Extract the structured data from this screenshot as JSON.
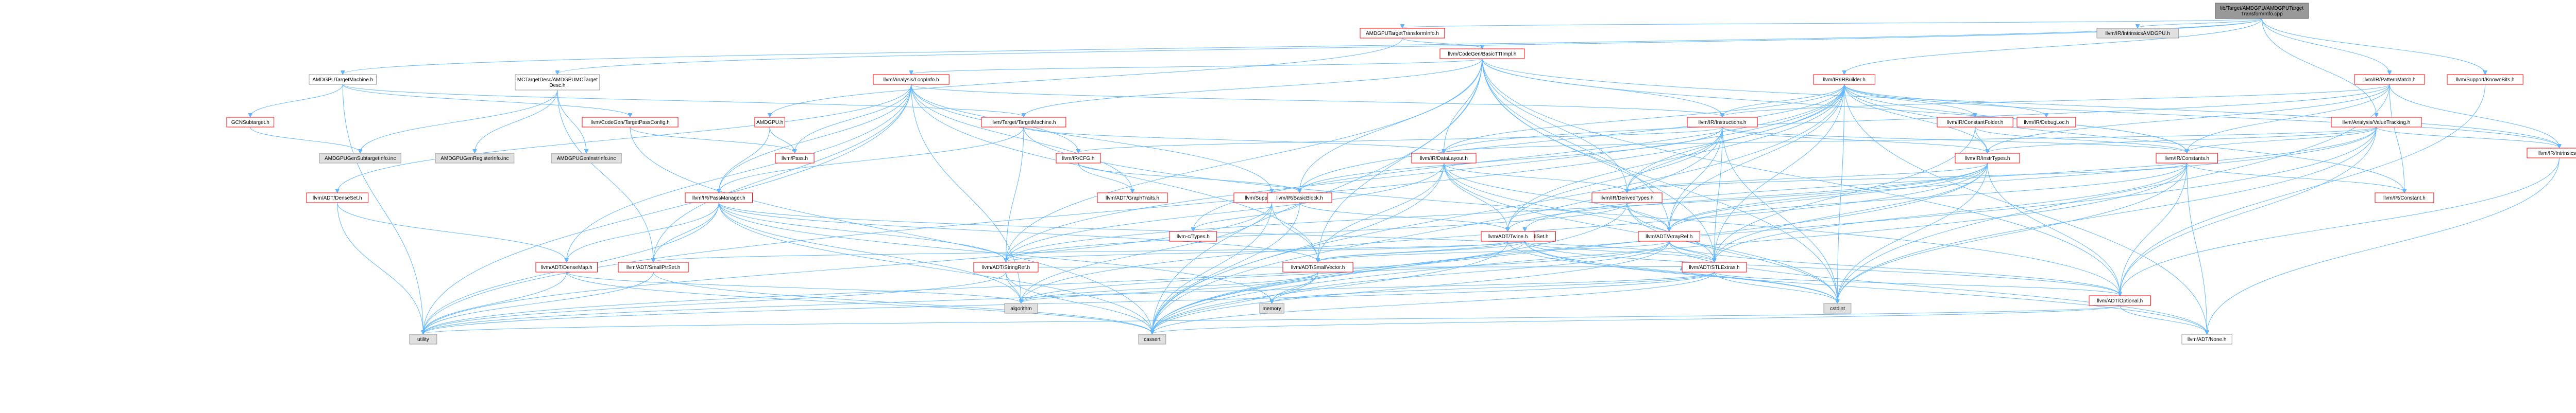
{
  "graph": {
    "colors": {
      "root_fill": "#999999",
      "link_border": "#ff0000",
      "plain_border": "#999999",
      "node_fill": "#ffffff",
      "ext_fill": "#e0e0e0",
      "edge": "#63b8ff"
    },
    "nodes": [
      {
        "id": "root",
        "label": "lib/Target/AMDGPU/AMDGPUTarget\nTransformInfo.cpp",
        "kind": "root"
      },
      {
        "id": "tti_h",
        "label": "AMDGPUTargetTransformInfo.h",
        "kind": "link"
      },
      {
        "id": "intrinsics_amdgpu",
        "label": "llvm/IR/IntrinsicsAMDGPU.h",
        "kind": "ext"
      },
      {
        "id": "tm_h",
        "label": "AMDGPUTargetMachine.h",
        "kind": "plain"
      },
      {
        "id": "mc_desc",
        "label": "MCTargetDesc/AMDGPUMCTarget\nDesc.h",
        "kind": "plain"
      },
      {
        "id": "known_bits",
        "label": "llvm/Support/KnownBits.h",
        "kind": "link"
      },
      {
        "id": "codegen_tti",
        "label": "llvm/CodeGen/BasicTTIImpl.h",
        "kind": "link"
      },
      {
        "id": "loopinfo",
        "label": "llvm/Analysis/LoopInfo.h",
        "kind": "link"
      },
      {
        "id": "irbuilder",
        "label": "llvm/IR/IRBuilder.h",
        "kind": "link"
      },
      {
        "id": "patternmatch",
        "label": "llvm/IR/PatternMatch.h",
        "kind": "link"
      },
      {
        "id": "valuetracking",
        "label": "llvm/Analysis/ValueTracking.h",
        "kind": "link"
      },
      {
        "id": "gcn_subtarget",
        "label": "GCNSubtarget.h",
        "kind": "link"
      },
      {
        "id": "amdgpu_h",
        "label": "AMDGPU.h",
        "kind": "link"
      },
      {
        "id": "passconfig",
        "label": "llvm/CodeGen/TargetPassConfig.h",
        "kind": "link"
      },
      {
        "id": "target_machine",
        "label": "llvm/Target/TargetMachine.h",
        "kind": "link"
      },
      {
        "id": "instructions",
        "label": "llvm/IR/Instructions.h",
        "kind": "link"
      },
      {
        "id": "constantfolder",
        "label": "llvm/IR/ConstantFolder.h",
        "kind": "link"
      },
      {
        "id": "debugloc",
        "label": "llvm/IR/DebugLoc.h",
        "kind": "link"
      },
      {
        "id": "intrinsics",
        "label": "llvm/IR/Intrinsics.h",
        "kind": "link"
      },
      {
        "id": "gen_subtarget",
        "label": "AMDGPUGenSubtargetInfo.inc",
        "kind": "ext"
      },
      {
        "id": "gen_register",
        "label": "AMDGPUGenRegisterInfo.inc",
        "kind": "ext"
      },
      {
        "id": "gen_instr",
        "label": "AMDGPUGenInstrInfo.inc",
        "kind": "ext"
      },
      {
        "id": "pass_h",
        "label": "llvm/Pass.h",
        "kind": "link"
      },
      {
        "id": "cfg",
        "label": "llvm/IR/CFG.h",
        "kind": "link"
      },
      {
        "id": "datalayout",
        "label": "llvm/IR/DataLayout.h",
        "kind": "link"
      },
      {
        "id": "inst_types",
        "label": "llvm/IR/InstrTypes.h",
        "kind": "link"
      },
      {
        "id": "constants",
        "label": "llvm/IR/Constants.h",
        "kind": "link"
      },
      {
        "id": "densemap_set",
        "label": "llvm/ADT/DenseSet.h",
        "kind": "link"
      },
      {
        "id": "pass_manager",
        "label": "llvm/IR/PassManager.h",
        "kind": "link"
      },
      {
        "id": "allocator",
        "label": "llvm/Support/Allocator.h",
        "kind": "link"
      },
      {
        "id": "graph_traits",
        "label": "llvm/ADT/GraphTraits.h",
        "kind": "link"
      },
      {
        "id": "basic_block",
        "label": "llvm/IR/BasicBlock.h",
        "kind": "link"
      },
      {
        "id": "derived_types",
        "label": "llvm/IR/DerivedTypes.h",
        "kind": "link"
      },
      {
        "id": "small_set",
        "label": "llvm/ADT/SmallSet.h",
        "kind": "link"
      },
      {
        "id": "constant_h",
        "label": "llvm/IR/Constant.h",
        "kind": "link"
      },
      {
        "id": "c_types",
        "label": "llvm-c/Types.h",
        "kind": "link"
      },
      {
        "id": "twine",
        "label": "llvm/ADT/Twine.h",
        "kind": "link"
      },
      {
        "id": "array_ref",
        "label": "llvm/ADT/ArrayRef.h",
        "kind": "link"
      },
      {
        "id": "densemap",
        "label": "llvm/ADT/DenseMap.h",
        "kind": "link"
      },
      {
        "id": "small_ptr_set",
        "label": "llvm/ADT/SmallPtrSet.h",
        "kind": "link"
      },
      {
        "id": "string_ref",
        "label": "llvm/ADT/StringRef.h",
        "kind": "link"
      },
      {
        "id": "small_vector",
        "label": "llvm/ADT/SmallVector.h",
        "kind": "link"
      },
      {
        "id": "stl_extras",
        "label": "llvm/ADT/STLExtras.h",
        "kind": "link"
      },
      {
        "id": "optional",
        "label": "llvm/ADT/Optional.h",
        "kind": "link"
      },
      {
        "id": "none",
        "label": "llvm/ADT/None.h",
        "kind": "plain"
      },
      {
        "id": "algorithm",
        "label": "algorithm",
        "kind": "ext"
      },
      {
        "id": "memory",
        "label": "memory",
        "kind": "ext"
      },
      {
        "id": "cstdint",
        "label": "cstdint",
        "kind": "ext"
      },
      {
        "id": "utility",
        "label": "utility",
        "kind": "ext"
      },
      {
        "id": "cassert",
        "label": "cassert",
        "kind": "ext"
      }
    ],
    "edges": [
      [
        "root",
        "tti_h"
      ],
      [
        "root",
        "intrinsics_amdgpu"
      ],
      [
        "root",
        "tm_h"
      ],
      [
        "root",
        "mc_desc"
      ],
      [
        "root",
        "known_bits"
      ],
      [
        "root",
        "irbuilder"
      ],
      [
        "root",
        "patternmatch"
      ],
      [
        "root",
        "valuetracking"
      ],
      [
        "tti_h",
        "codegen_tti"
      ],
      [
        "tti_h",
        "amdgpu_h"
      ],
      [
        "tm_h",
        "gcn_subtarget"
      ],
      [
        "tm_h",
        "passconfig"
      ],
      [
        "tm_h",
        "target_machine"
      ],
      [
        "tm_h",
        "utility"
      ],
      [
        "mc_desc",
        "gen_subtarget"
      ],
      [
        "mc_desc",
        "gen_register"
      ],
      [
        "mc_desc",
        "gen_instr"
      ],
      [
        "mc_desc",
        "small_ptr_set"
      ],
      [
        "known_bits",
        "optional"
      ],
      [
        "codegen_tti",
        "loopinfo"
      ],
      [
        "codegen_tti",
        "instructions"
      ],
      [
        "codegen_tti",
        "constants"
      ],
      [
        "codegen_tti",
        "datalayout"
      ],
      [
        "codegen_tti",
        "basic_block"
      ],
      [
        "codegen_tti",
        "target_machine"
      ],
      [
        "codegen_tti",
        "small_vector"
      ],
      [
        "codegen_tti",
        "string_ref"
      ],
      [
        "codegen_tti",
        "cassert"
      ],
      [
        "codegen_tti",
        "cstdint"
      ],
      [
        "codegen_tti",
        "optional"
      ],
      [
        "codegen_tti",
        "array_ref"
      ],
      [
        "codegen_tti",
        "derived_types"
      ],
      [
        "codegen_tti",
        "stl_extras"
      ],
      [
        "codegen_tti",
        "intrinsics"
      ],
      [
        "loopinfo",
        "densemap"
      ],
      [
        "loopinfo",
        "densemap_set"
      ],
      [
        "loopinfo",
        "pass_manager"
      ],
      [
        "loopinfo",
        "allocator"
      ],
      [
        "loopinfo",
        "cfg"
      ],
      [
        "loopinfo",
        "instructions"
      ],
      [
        "loopinfo",
        "pass_h"
      ],
      [
        "loopinfo",
        "graph_traits"
      ],
      [
        "loopinfo",
        "small_ptr_set"
      ],
      [
        "loopinfo",
        "small_vector"
      ],
      [
        "loopinfo",
        "algorithm"
      ],
      [
        "loopinfo",
        "utility"
      ],
      [
        "irbuilder",
        "instructions"
      ],
      [
        "irbuilder",
        "constantfolder"
      ],
      [
        "irbuilder",
        "debugloc"
      ],
      [
        "irbuilder",
        "intrinsics"
      ],
      [
        "irbuilder",
        "datalayout"
      ],
      [
        "irbuilder",
        "inst_types"
      ],
      [
        "irbuilder",
        "constants"
      ],
      [
        "irbuilder",
        "basic_block"
      ],
      [
        "irbuilder",
        "derived_types"
      ],
      [
        "irbuilder",
        "array_ref"
      ],
      [
        "irbuilder",
        "string_ref"
      ],
      [
        "irbuilder",
        "twine"
      ],
      [
        "irbuilder",
        "c_types"
      ],
      [
        "irbuilder",
        "cassert"
      ],
      [
        "irbuilder",
        "cstdint"
      ],
      [
        "irbuilder",
        "none"
      ],
      [
        "irbuilder",
        "constant_h"
      ],
      [
        "irbuilder",
        "stl_extras"
      ],
      [
        "irbuilder",
        "utility"
      ],
      [
        "patternmatch",
        "instructions"
      ],
      [
        "patternmatch",
        "constants"
      ],
      [
        "patternmatch",
        "inst_types"
      ],
      [
        "patternmatch",
        "intrinsics"
      ],
      [
        "patternmatch",
        "datalayout"
      ],
      [
        "patternmatch",
        "cstdint"
      ],
      [
        "patternmatch",
        "constant_h"
      ],
      [
        "valuetracking",
        "array_ref"
      ],
      [
        "valuetracking",
        "small_set"
      ],
      [
        "valuetracking",
        "constants"
      ],
      [
        "valuetracking",
        "datalayout"
      ],
      [
        "valuetracking",
        "inst_types"
      ],
      [
        "valuetracking",
        "intrinsics"
      ],
      [
        "valuetracking",
        "cassert"
      ],
      [
        "valuetracking",
        "cstdint"
      ],
      [
        "valuetracking",
        "optional"
      ],
      [
        "gcn_subtarget",
        "gen_subtarget"
      ],
      [
        "amdgpu_h",
        "pass_h"
      ],
      [
        "amdgpu_h",
        "pass_manager"
      ],
      [
        "passconfig",
        "pass_h"
      ],
      [
        "passconfig",
        "cassert"
      ],
      [
        "target_machine",
        "pass_manager"
      ],
      [
        "target_machine",
        "datalayout"
      ],
      [
        "target_machine",
        "string_ref"
      ],
      [
        "target_machine",
        "optional"
      ],
      [
        "instructions",
        "inst_types"
      ],
      [
        "instructions",
        "constants"
      ],
      [
        "instructions",
        "derived_types"
      ],
      [
        "instructions",
        "array_ref"
      ],
      [
        "instructions",
        "twine"
      ],
      [
        "instructions",
        "cfg"
      ],
      [
        "instructions",
        "basic_block"
      ],
      [
        "instructions",
        "stl_extras"
      ],
      [
        "instructions",
        "cassert"
      ],
      [
        "instructions",
        "cstdint"
      ],
      [
        "instructions",
        "iterator_ph"
      ],
      [
        "constantfolder",
        "constants"
      ],
      [
        "constantfolder",
        "inst_types"
      ],
      [
        "constantfolder",
        "stl_extras"
      ],
      [
        "intrinsics",
        "none"
      ],
      [
        "intrinsics",
        "optional"
      ],
      [
        "inst_types",
        "derived_types"
      ],
      [
        "inst_types",
        "twine"
      ],
      [
        "inst_types",
        "array_ref"
      ],
      [
        "inst_types",
        "stl_extras"
      ],
      [
        "inst_types",
        "string_ref"
      ],
      [
        "inst_types",
        "optional"
      ],
      [
        "inst_types",
        "cassert"
      ],
      [
        "inst_types",
        "cstdint"
      ],
      [
        "inst_types",
        "algorithm"
      ],
      [
        "constants",
        "constant_h"
      ],
      [
        "constants",
        "derived_types"
      ],
      [
        "constants",
        "array_ref"
      ],
      [
        "constants",
        "stl_extras"
      ],
      [
        "constants",
        "none"
      ],
      [
        "constants",
        "optional"
      ],
      [
        "constants",
        "cassert"
      ],
      [
        "constants",
        "cstdint"
      ],
      [
        "datalayout",
        "derived_types"
      ],
      [
        "datalayout",
        "small_vector"
      ],
      [
        "datalayout",
        "string_ref"
      ],
      [
        "datalayout",
        "array_ref"
      ],
      [
        "datalayout",
        "stl_extras"
      ],
      [
        "datalayout",
        "cassert"
      ],
      [
        "datalayout",
        "cstdint"
      ],
      [
        "datalayout",
        "twine"
      ],
      [
        "densemap_set",
        "densemap"
      ],
      [
        "densemap_set",
        "utility"
      ],
      [
        "pass_manager",
        "small_ptr_set"
      ],
      [
        "pass_manager",
        "string_ref"
      ],
      [
        "pass_manager",
        "stl_extras"
      ],
      [
        "pass_manager",
        "small_vector"
      ],
      [
        "pass_manager",
        "densemap"
      ],
      [
        "pass_manager",
        "cassert"
      ],
      [
        "pass_manager",
        "memory"
      ],
      [
        "pass_manager",
        "algorithm"
      ],
      [
        "pass_manager",
        "utility"
      ],
      [
        "allocator",
        "small_vector"
      ],
      [
        "allocator",
        "cassert"
      ],
      [
        "allocator",
        "algorithm"
      ],
      [
        "allocator",
        "utility"
      ],
      [
        "cfg",
        "graph_traits"
      ],
      [
        "cfg",
        "basic_block"
      ],
      [
        "basic_block",
        "c_types"
      ],
      [
        "basic_block",
        "twine"
      ],
      [
        "basic_block",
        "cassert"
      ],
      [
        "derived_types",
        "array_ref"
      ],
      [
        "derived_types",
        "stl_extras"
      ],
      [
        "derived_types",
        "string_ref"
      ],
      [
        "derived_types",
        "cassert"
      ],
      [
        "derived_types",
        "cstdint"
      ],
      [
        "small_set",
        "none"
      ],
      [
        "small_set",
        "optional"
      ],
      [
        "small_set",
        "small_ptr_set"
      ],
      [
        "small_set",
        "small_vector"
      ],
      [
        "small_set",
        "cstdint"
      ],
      [
        "small_set",
        "utility"
      ],
      [
        "small_set",
        "stl_extras"
      ],
      [
        "twine",
        "small_vector"
      ],
      [
        "twine",
        "string_ref"
      ],
      [
        "twine",
        "cassert"
      ],
      [
        "twine",
        "cstdint"
      ],
      [
        "array_ref",
        "small_vector"
      ],
      [
        "array_ref",
        "stl_extras"
      ],
      [
        "array_ref",
        "none"
      ],
      [
        "array_ref",
        "optional"
      ],
      [
        "array_ref",
        "memory"
      ],
      [
        "array_ref",
        "algorithm"
      ],
      [
        "array_ref",
        "cassert"
      ],
      [
        "densemap",
        "cassert"
      ],
      [
        "densemap",
        "utility"
      ],
      [
        "densemap",
        "algorithm"
      ],
      [
        "small_ptr_set",
        "cassert"
      ],
      [
        "small_ptr_set",
        "utility"
      ],
      [
        "string_ref",
        "stl_extras"
      ],
      [
        "string_ref",
        "algorithm"
      ],
      [
        "string_ref",
        "cassert"
      ],
      [
        "string_ref",
        "utility"
      ],
      [
        "small_vector",
        "algorithm"
      ],
      [
        "small_vector",
        "cassert"
      ],
      [
        "small_vector",
        "memory"
      ],
      [
        "small_vector",
        "utility"
      ],
      [
        "stl_extras",
        "optional"
      ],
      [
        "stl_extras",
        "cassert"
      ],
      [
        "stl_extras",
        "utility"
      ],
      [
        "stl_extras",
        "memory"
      ],
      [
        "stl_extras",
        "algorithm"
      ],
      [
        "stl_extras",
        "cstdint"
      ],
      [
        "optional",
        "none"
      ],
      [
        "optional",
        "cassert"
      ],
      [
        "optional",
        "utility"
      ]
    ]
  }
}
